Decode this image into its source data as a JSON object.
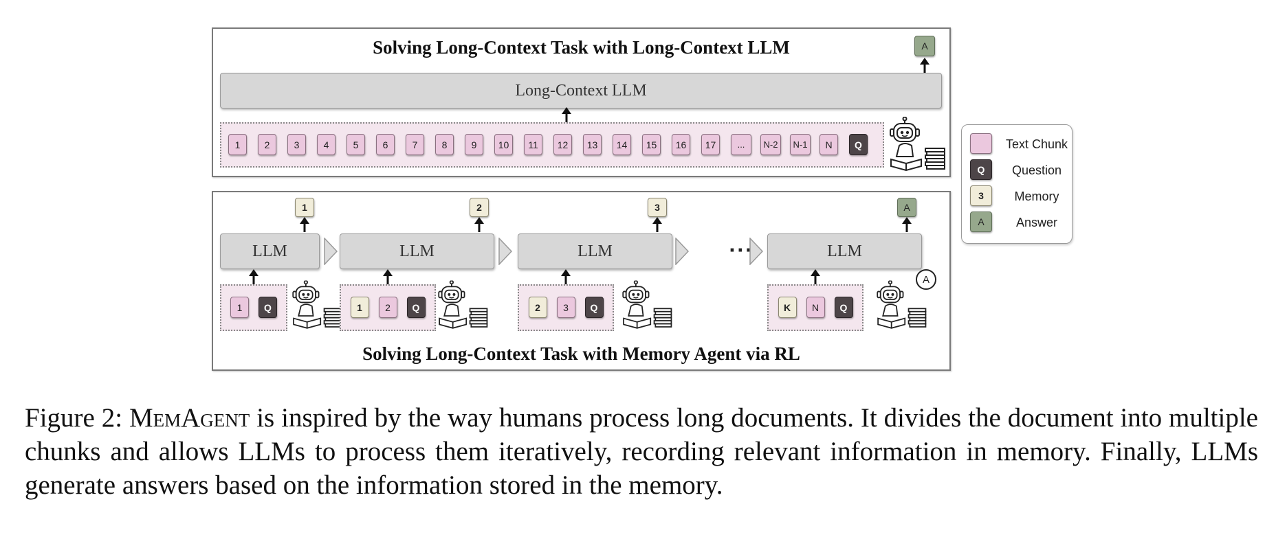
{
  "top_panel": {
    "title": "Solving Long-Context Task with Long-Context LLM",
    "llm_label": "Long-Context LLM",
    "answer_tile": "A",
    "chunks": [
      "1",
      "2",
      "3",
      "4",
      "5",
      "6",
      "7",
      "8",
      "9",
      "10",
      "11",
      "12",
      "13",
      "14",
      "15",
      "16",
      "17",
      "...",
      "N-2",
      "N-1",
      "N"
    ],
    "question_tile": "Q"
  },
  "bottom_panel": {
    "title": "Solving Long-Context Task with Memory Agent via RL",
    "ellipsis": "···",
    "steps": [
      {
        "llm_label": "LLM",
        "output_tile": "1",
        "inputs": [
          {
            "text": "1",
            "kind": "chunk"
          },
          {
            "text": "Q",
            "kind": "question"
          }
        ]
      },
      {
        "llm_label": "LLM",
        "output_tile": "2",
        "inputs": [
          {
            "text": "1",
            "kind": "memory"
          },
          {
            "text": "2",
            "kind": "chunk"
          },
          {
            "text": "Q",
            "kind": "question"
          }
        ]
      },
      {
        "llm_label": "LLM",
        "output_tile": "3",
        "inputs": [
          {
            "text": "2",
            "kind": "memory"
          },
          {
            "text": "3",
            "kind": "chunk"
          },
          {
            "text": "Q",
            "kind": "question"
          }
        ]
      },
      {
        "llm_label": "LLM",
        "output_tile": "A",
        "inputs": [
          {
            "text": "K",
            "kind": "memory"
          },
          {
            "text": "N",
            "kind": "chunk"
          },
          {
            "text": "Q",
            "kind": "question"
          }
        ]
      }
    ],
    "robot_bubble": "A"
  },
  "legend": {
    "items": [
      {
        "tile": "",
        "kind": "chunk",
        "label": "Text Chunk"
      },
      {
        "tile": "Q",
        "kind": "question",
        "label": "Question"
      },
      {
        "tile": "3",
        "kind": "memory",
        "label": "Memory"
      },
      {
        "tile": "A",
        "kind": "answer",
        "label": "Answer"
      }
    ]
  },
  "caption": {
    "prefix": "Figure 2: ",
    "name": "MemAgent",
    "text": " is inspired by the way humans process long documents. It divides the document into multiple chunks and allows LLMs to process them iteratively, recording relevant information in memory. Finally, LLMs generate answers based on the information stored in the memory."
  },
  "colors": {
    "chunk": "#ebc8de",
    "question": "#4d4548",
    "memory": "#f1edda",
    "answer": "#96a88c",
    "llm": "#d7d7d7"
  }
}
